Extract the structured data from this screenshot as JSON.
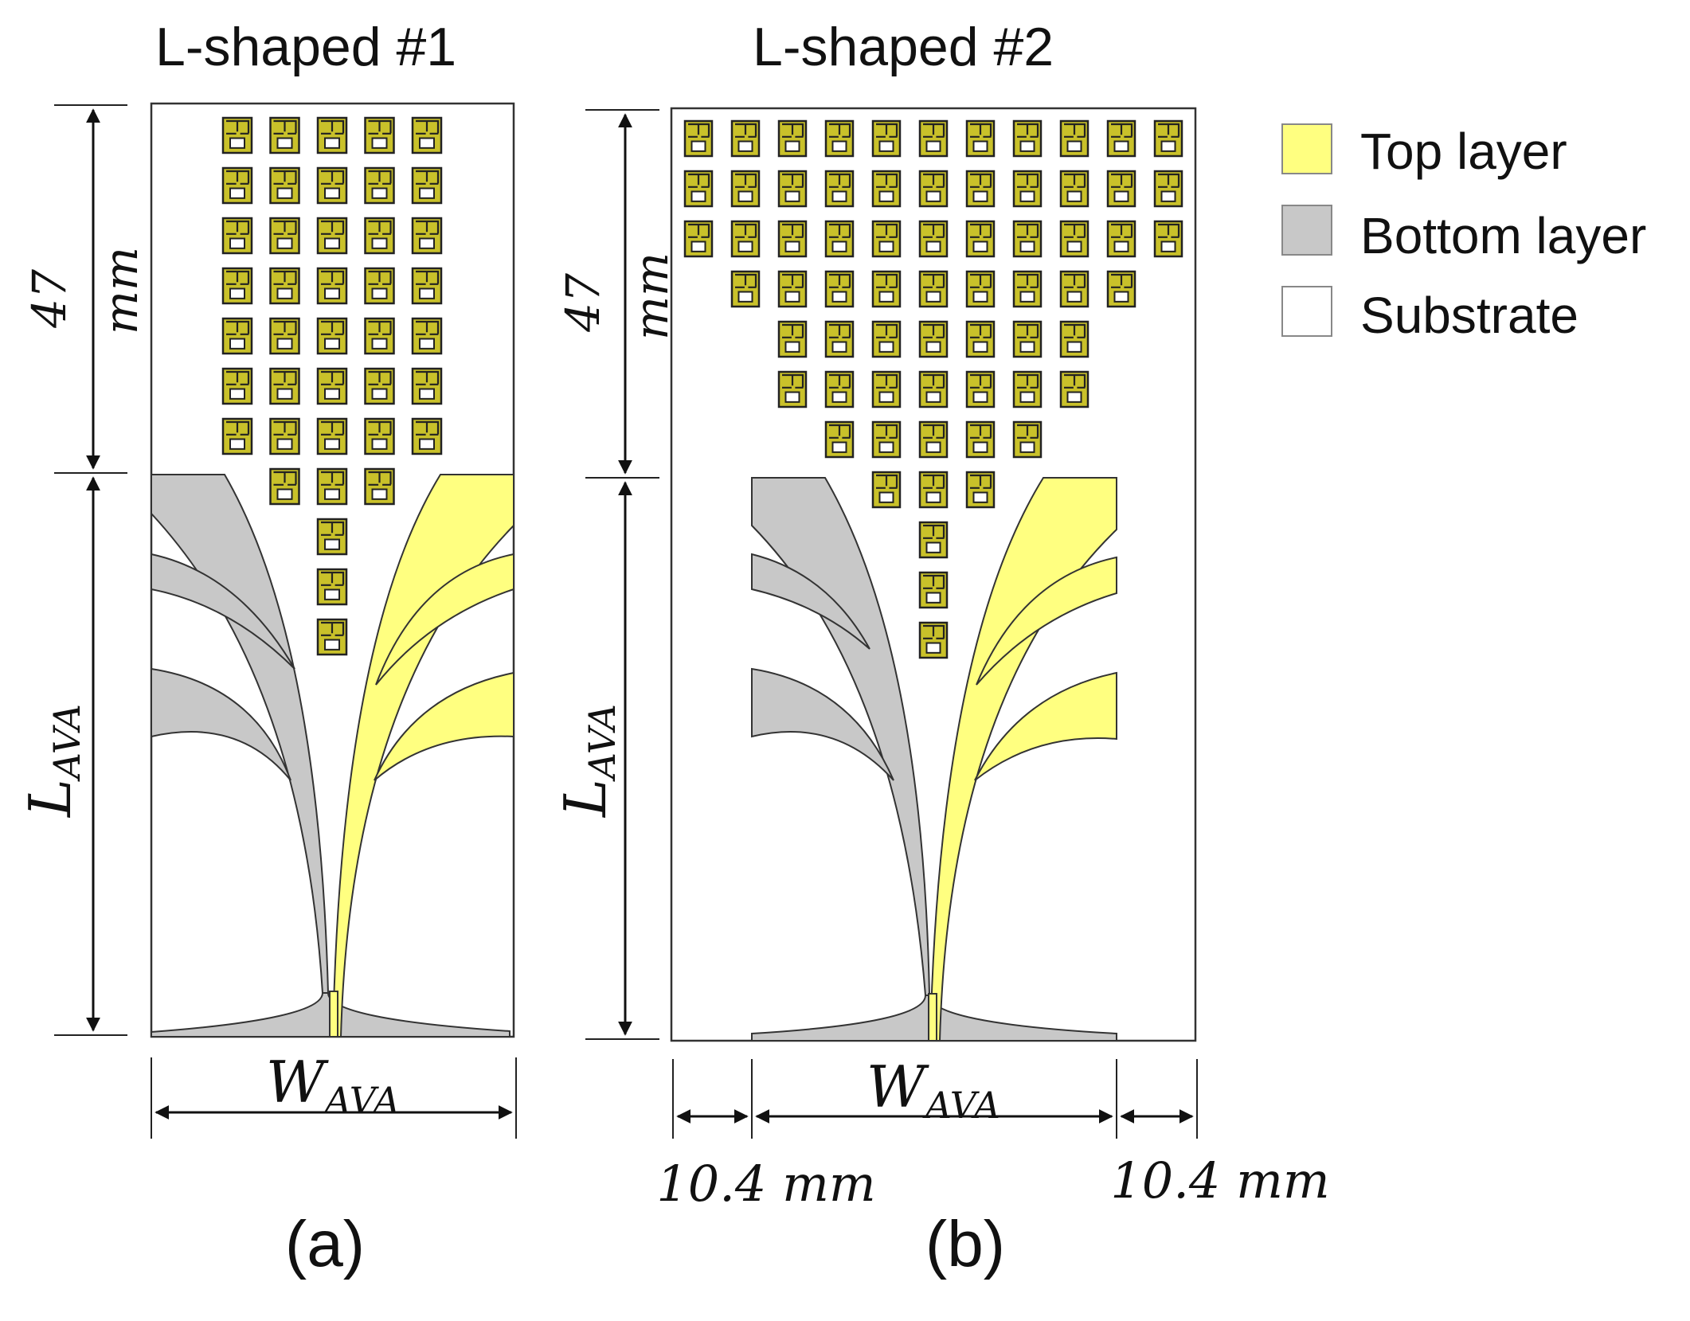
{
  "panels": [
    {
      "title": "L-shaped #1",
      "caption": "(a)",
      "top_dim_value": "47",
      "top_dim_unit": "mm",
      "length_main": "L",
      "length_sub": "AVA",
      "width_main": "W",
      "width_sub": "AVA"
    },
    {
      "title": "L-shaped #2",
      "caption": "(b)",
      "top_dim_value": "47",
      "top_dim_unit": "mm",
      "length_main": "L",
      "length_sub": "AVA",
      "width_main": "W",
      "width_sub": "AVA",
      "side_offset_left": "10.4 mm",
      "side_offset_right": "10.4 mm"
    }
  ],
  "metasurface": {
    "panel_a_rows": [
      5,
      5,
      5,
      5,
      5,
      5,
      5,
      3,
      1,
      1,
      1
    ],
    "panel_b_rows": [
      11,
      11,
      11,
      9,
      7,
      7,
      5,
      3,
      1,
      1,
      1
    ]
  },
  "legend": [
    {
      "label": "Top layer",
      "color": "#ffff80"
    },
    {
      "label": "Bottom layer",
      "color": "#c8c8c8"
    },
    {
      "label": "Substrate",
      "color": "#ffffff"
    }
  ],
  "colors": {
    "top_layer": "#ffff80",
    "bottom_layer": "#c8c8c8",
    "cell_metal": "#c9c12a",
    "outline": "#333333"
  }
}
